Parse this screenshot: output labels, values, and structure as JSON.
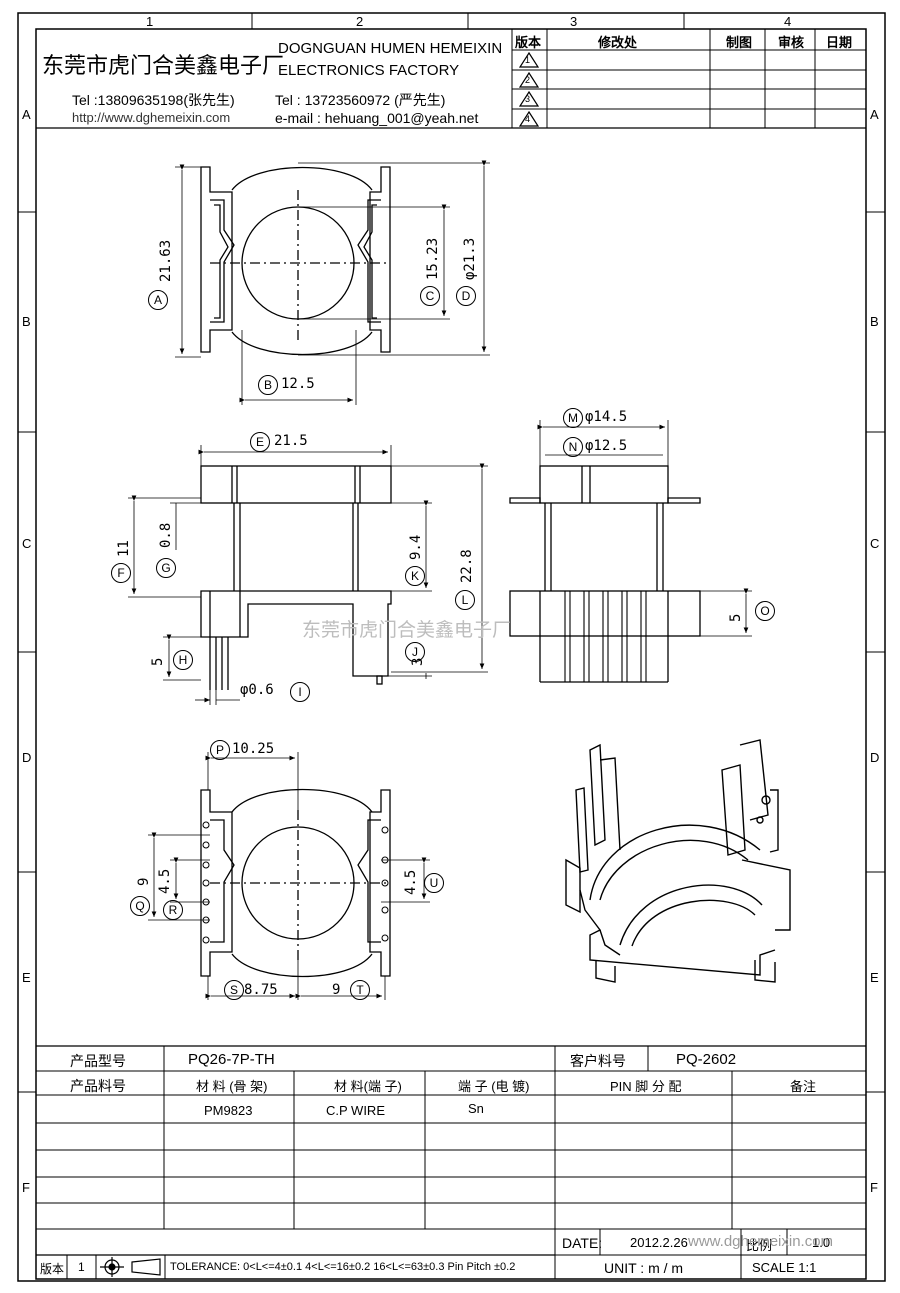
{
  "grid": {
    "cols": [
      "1",
      "2",
      "3",
      "4"
    ],
    "rows": [
      "A",
      "B",
      "C",
      "D",
      "E",
      "F"
    ]
  },
  "company": {
    "name_cn": "东莞市虎门合美鑫电子厂",
    "name_en_1": "DOGNGUAN HUMEN HEMEIXIN",
    "name_en_2": "ELECTRONICS FACTORY",
    "tel1": "Tel :13809635198(张先生)",
    "url": "http://www.dghemeixin.com",
    "tel2": "Tel : 13723560972 (严先生)",
    "email": "e-mail : hehuang_001@yeah.net"
  },
  "revision_table": {
    "headers": [
      "版本",
      "修改处",
      "制图",
      "审核",
      "日期"
    ],
    "revisions": [
      "1",
      "2",
      "3",
      "4"
    ]
  },
  "dimensions": {
    "A": "21.63",
    "B": "12.5",
    "C": "15.23",
    "D": "φ21.3",
    "E": "21.5",
    "F": "11",
    "G": "0.8",
    "H": "5",
    "I": "φ0.6",
    "J": "3",
    "K": "9.4",
    "L": "22.8",
    "M": "φ14.5",
    "N": "φ12.5",
    "O": "5",
    "P": "10.25",
    "Q": "9",
    "R": "4.5",
    "S": "8.75",
    "T": "9",
    "U": "4.5"
  },
  "watermark": "东莞市虎门合美鑫电子厂",
  "bottom_watermark": "www.dghemeixin.com",
  "spec": {
    "model_label": "产品型号",
    "model_value": "PQ26-7P-TH",
    "customer_label": "客户料号",
    "customer_value": "PQ-2602",
    "part_label": "产品料号",
    "col_material_bobbin": "材 料 (骨 架)",
    "col_material_pin": "材 料(端 子)",
    "col_plating": "端 子 (电 镀)",
    "col_pin": "PIN 脚 分 配",
    "col_note": "备注",
    "material_bobbin": "PM9823",
    "material_pin": "C.P WIRE",
    "plating": "Sn"
  },
  "footer": {
    "date_label": "DATE:",
    "date_value": "2012.2.26",
    "ratio_label": "比例",
    "ratio_value": "1.0",
    "version_label": "版本",
    "version_value": "1",
    "tolerance": "TOLERANCE:  0<L<=4±0.1  4<L<=16±0.2  16<L<=63±0.3  Pin Pitch  ±0.2",
    "unit": "UNIT  :  m / m",
    "scale": "SCALE    1:1"
  }
}
